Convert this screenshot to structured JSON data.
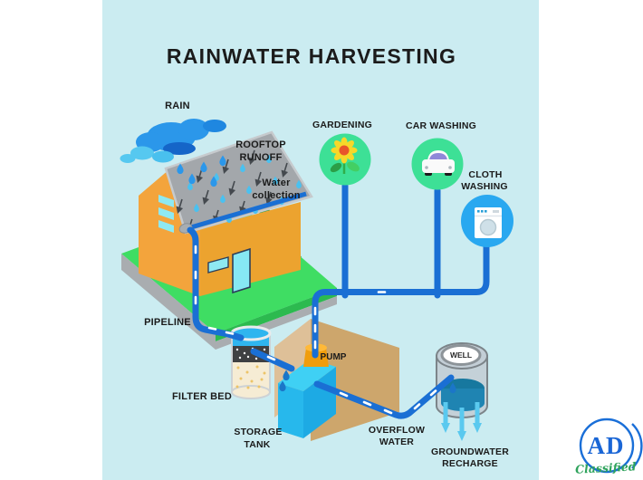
{
  "title": "RAINWATER HARVESTING",
  "labels": {
    "rain": {
      "lines": [
        "RAIN"
      ]
    },
    "rooftop_runoff": {
      "lines": [
        "ROOFTOP",
        "RUNOFF"
      ]
    },
    "water_collection": {
      "lines": [
        "Water",
        "collection"
      ]
    },
    "gardening": {
      "lines": [
        "GARDENING"
      ]
    },
    "car_washing": {
      "lines": [
        "CAR WASHING"
      ]
    },
    "cloth_washing": {
      "lines": [
        "CLOTH",
        "WASHING"
      ]
    },
    "pipeline": {
      "lines": [
        "PIPELINE"
      ]
    },
    "filter_bed": {
      "lines": [
        "FILTER BED"
      ]
    },
    "pump": {
      "lines": [
        "PUMP"
      ]
    },
    "storage_tank": {
      "lines": [
        "STORAGE",
        "TANK"
      ]
    },
    "overflow_water": {
      "lines": [
        "OVERFLOW",
        "WATER"
      ]
    },
    "well": {
      "lines": [
        "WELL"
      ]
    },
    "groundwater_recharge": {
      "lines": [
        "GROUNDWATER",
        "RECHARGE"
      ]
    }
  },
  "logo": {
    "text": "AD",
    "tagline": "Classified"
  },
  "icons": [
    "cloud-icon",
    "raindrop-icon",
    "house-icon",
    "tree-icon",
    "sunflower-icon",
    "car-icon",
    "washing-machine-icon",
    "filter-cylinder-icon",
    "storage-tank-icon",
    "pump-icon",
    "well-icon",
    "down-arrow-icon"
  ],
  "colors": {
    "panel_bg": "#cbecf1",
    "text": "#1b1b1b",
    "pipe": "#1a6fd4",
    "pipe_dash": "#ffffff",
    "cloud_blue": "#2b97ea",
    "cloud_light": "#56c8f0",
    "roof_gray": "#a3a7ab",
    "house_wall": "#f3a43c",
    "house_wall_right": "#eca32f",
    "window_cyan": "#8ee9f2",
    "ground_green": "#3fdd63",
    "ground_side_green": "#2cba4f",
    "ground_side_gray": "#a9adb0",
    "tree_green": "#2da34c",
    "tank_wall_light": "#dec098",
    "tank_wall_dark": "#cda66c",
    "tank_water": "#29bdf0",
    "pump_orange": "#f09d0c",
    "filter_water": "#2fb5ef",
    "filter_gravel": "#3f4042",
    "filter_sand": "#f6ecd4",
    "well_body": "#c3ced6",
    "well_water": "#1f84b2",
    "recharge_arrow": "#5ac9ef",
    "usage_green": "#3de096",
    "usage_blue": "#29a8f0",
    "logo_blue": "#1a66d6",
    "logo_green": "#2fa35c"
  }
}
